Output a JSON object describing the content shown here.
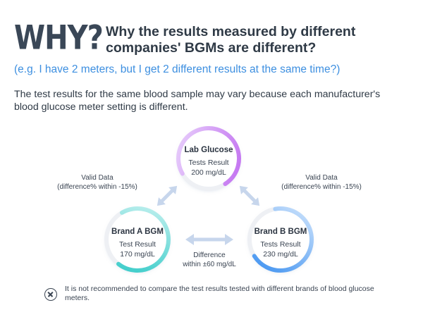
{
  "header": {
    "why": "WHY?",
    "headline": "Why the results measured by different companies' BGMs are different?",
    "subhead": "(e.g. I have 2 meters, but I get 2 different results at the same time?)",
    "intro": "The test results for the same blood sample may vary because each manufacturer's blood glucose meter setting is different."
  },
  "nodes": {
    "lab": {
      "title": "Lab Glucose",
      "line1": "Tests Result",
      "line2": "200 mg/dL"
    },
    "brand_a": {
      "title": "Brand A BGM",
      "line1": "Test Result",
      "line2": "170 mg/dL"
    },
    "brand_b": {
      "title": "Brand B BGM",
      "line1": "Tests Result",
      "line2": "230 mg/dL"
    }
  },
  "edges": {
    "left": {
      "line1": "Valid Data",
      "line2": "(difference% within -15%)"
    },
    "right": {
      "line1": "Valid Data",
      "line2": "(difference% within -15%)"
    },
    "bottom": {
      "line1": "Difference",
      "line2": "within ±60 mg/dL"
    }
  },
  "footer": {
    "icon": "close-circle-icon",
    "text": "It is not recommended to compare the test results tested with different brands of blood glucose meters."
  },
  "colors": {
    "lab_gradient": [
      "#c06af0",
      "#e6c8fb"
    ],
    "brand_a_gradient": [
      "#2fc9c6",
      "#bff0ef"
    ],
    "brand_b_gradient": [
      "#3a8ff0",
      "#c4defb"
    ],
    "arrow": "#c7d6ec",
    "subhead": "#3d8fe0"
  }
}
